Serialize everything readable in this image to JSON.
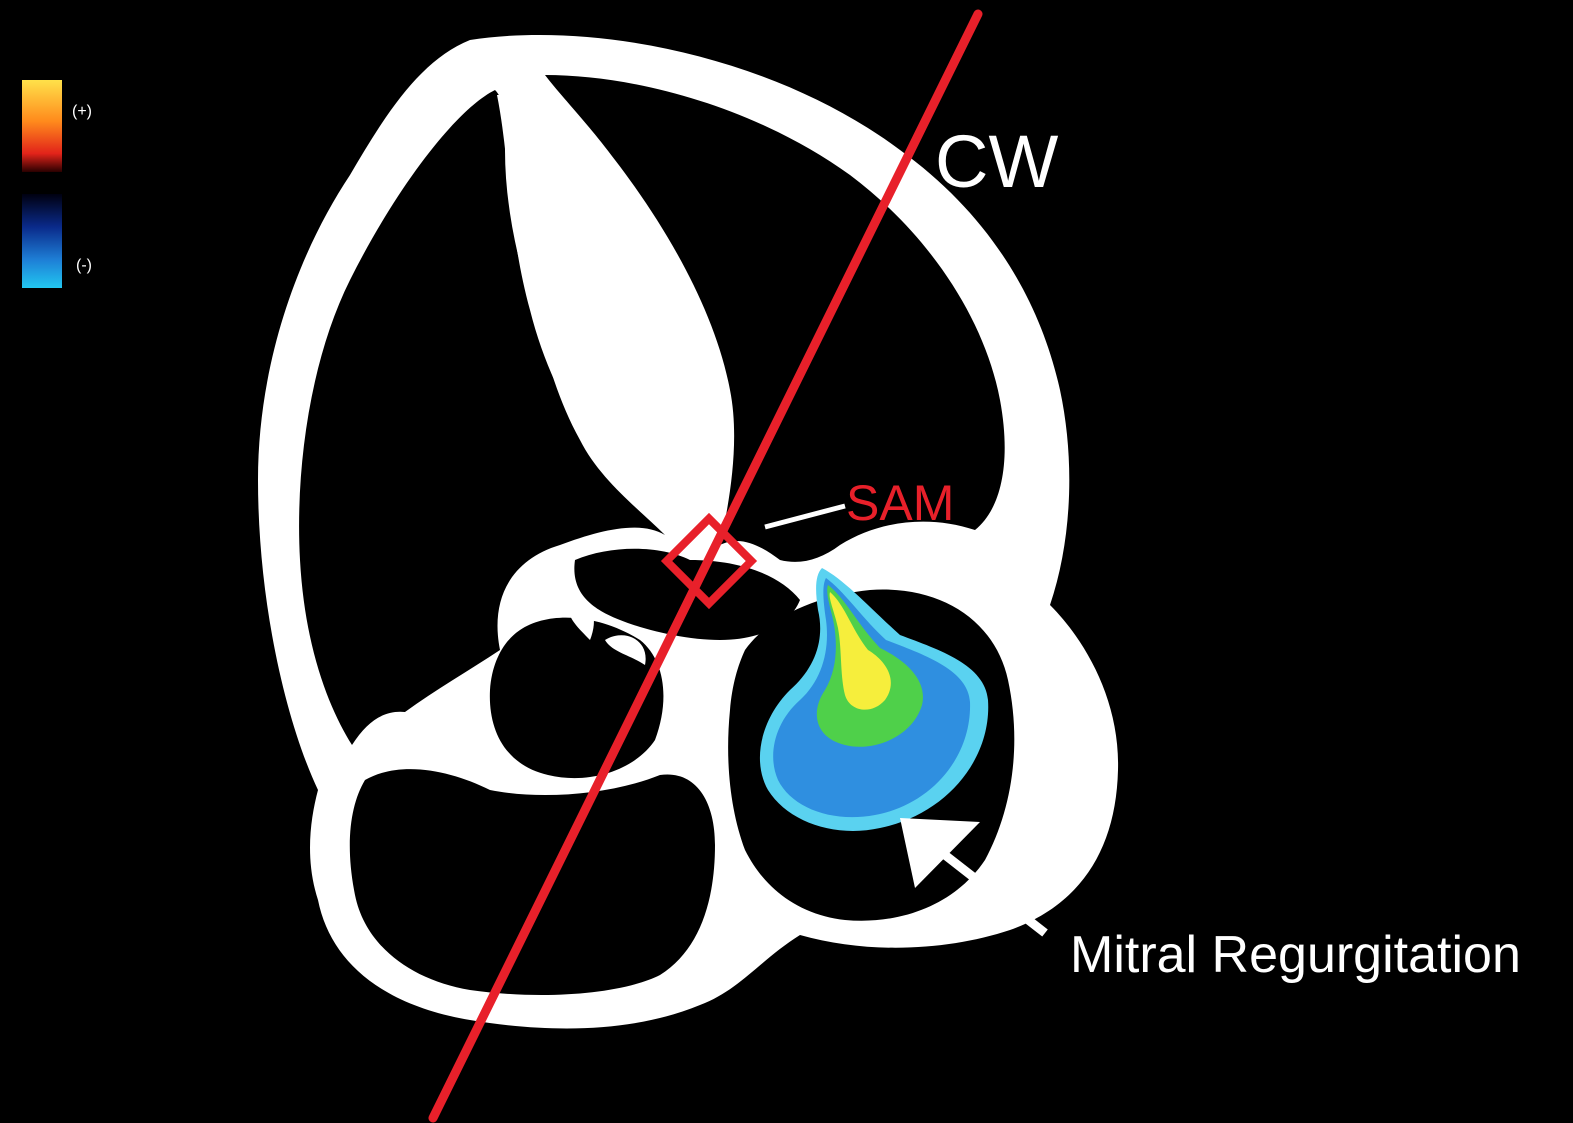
{
  "legend": {
    "positive_label": "(+)",
    "negative_label": "(-)",
    "positive_colors": [
      "#ffe14a",
      "#ff8a1c",
      "#e2231a",
      "#2a0000"
    ],
    "negative_colors": [
      "#000010",
      "#0a2a8a",
      "#1e7fd6",
      "#22c7f0"
    ]
  },
  "labels": {
    "cw": "CW",
    "sam": "SAM",
    "mitral_regurgitation": "Mitral Regurgitation"
  },
  "colors": {
    "background": "#000000",
    "heart_wall": "#ffffff",
    "cw_line": "#e8202a",
    "sam_label": "#e8202a",
    "jet_outer": "#5ad2f0",
    "jet_blue": "#2f8fe0",
    "jet_green": "#4fd04a",
    "jet_yellow": "#f6ee3c"
  }
}
